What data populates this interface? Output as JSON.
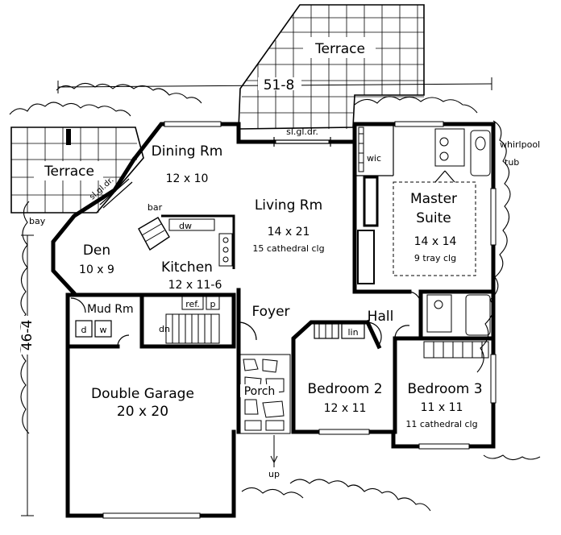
{
  "labels": {
    "terrace_top": "Terrace",
    "terrace_left": "Terrace",
    "width_dim": "51-8",
    "depth_dim": "46-4",
    "sl_gl_dr_top": "sl.gl.dr.",
    "sl_gl_dr_left": "sl.gl.dr.",
    "wic": "wic",
    "whirlpool": "whirlpool",
    "tub": "tub",
    "dining_name": "Dining Rm",
    "dining_size": "12 x 10",
    "bar": "bar",
    "dw": "dw",
    "bay": "bay",
    "living_name": "Living Rm",
    "living_size": "14 x 21",
    "living_note": "15 cathedral clg",
    "master_name_1": "Master",
    "master_name_2": "Suite",
    "master_size": "14 x 14",
    "master_note": "9 tray clg",
    "den_name": "Den",
    "den_size": "10 x 9",
    "kitchen_name": "Kitchen",
    "kitchen_size": "12 x 11-6",
    "mud_name": "Mud Rm",
    "ref": "ref.",
    "p": "p",
    "d": "d",
    "w": "w",
    "dn": "dn",
    "foyer": "Foyer",
    "hall": "Hall",
    "lin": "lin",
    "garage_name": "Double Garage",
    "garage_size": "20 x 20",
    "porch": "Porch",
    "bed2_name": "Bedroom 2",
    "bed2_size": "12 x 11",
    "bed3_name": "Bedroom 3",
    "bed3_size": "11 x 11",
    "bed3_note": "11 cathedral clg",
    "up": "up"
  }
}
